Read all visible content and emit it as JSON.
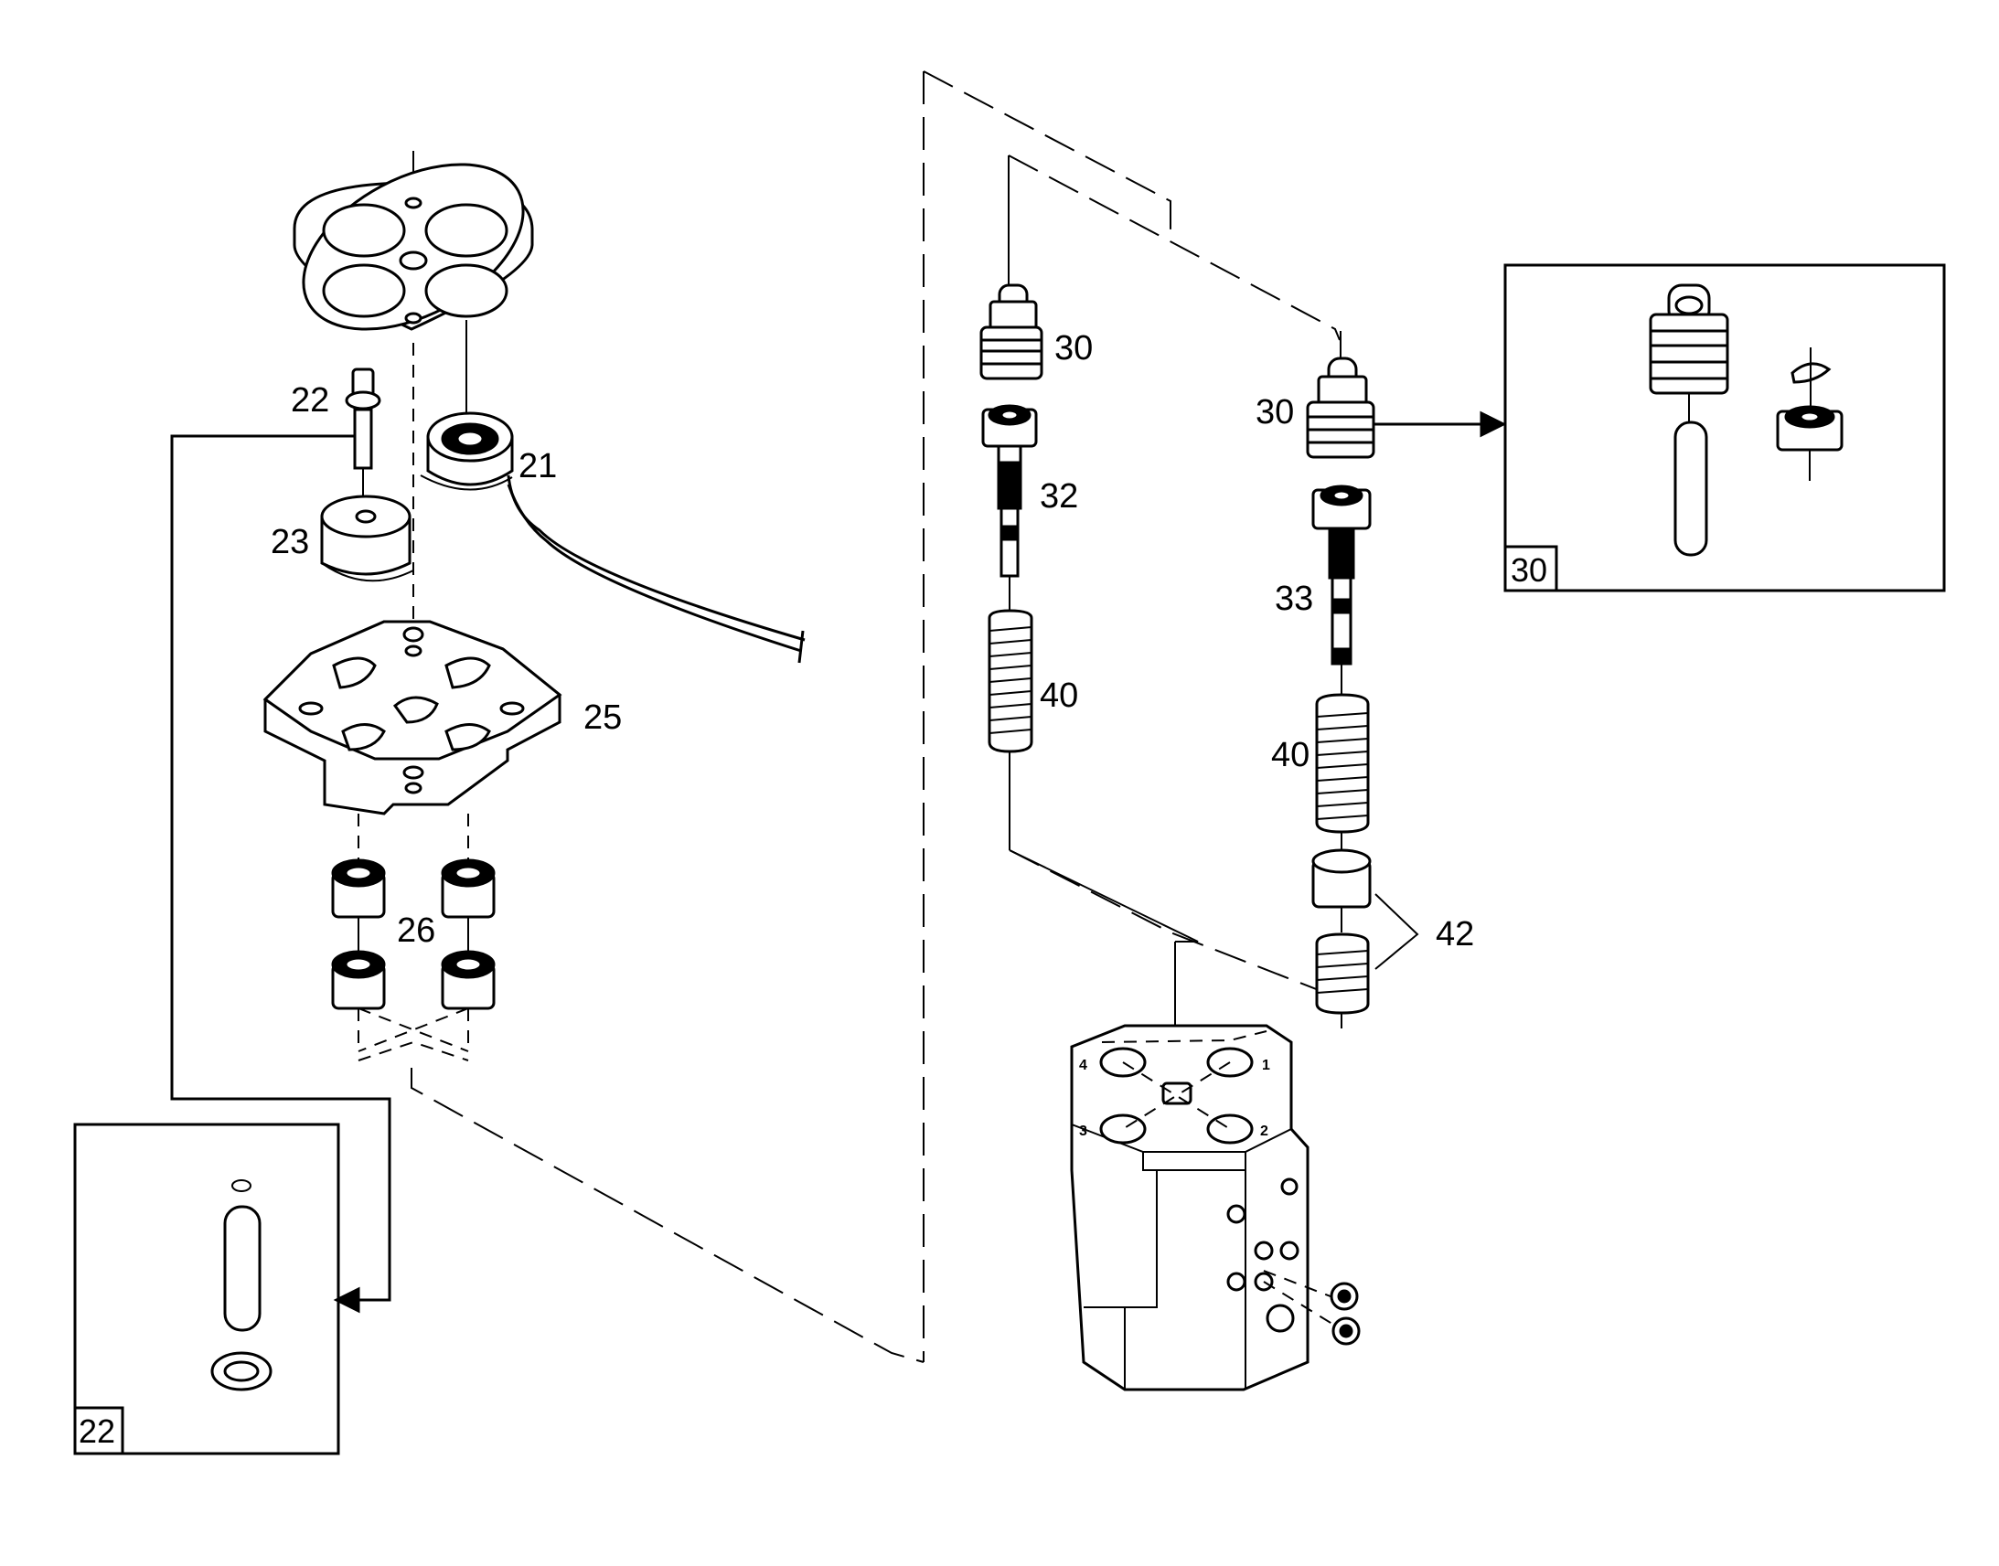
{
  "callouts": {
    "c21": "21",
    "c22": "22",
    "c23": "23",
    "c25": "25",
    "c26": "26",
    "c30_left": "30",
    "c30_right": "30",
    "c32": "32",
    "c33": "33",
    "c40_left": "40",
    "c40_right": "40",
    "c42": "42"
  },
  "insets": {
    "valve_detail": "30",
    "pin_detail": "22"
  },
  "ports": {
    "p1": "1",
    "p2": "2",
    "p3": "3",
    "p4": "4"
  }
}
